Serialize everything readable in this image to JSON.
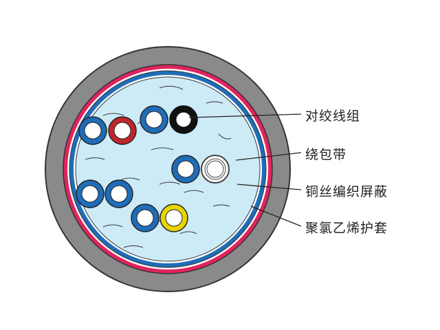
{
  "labels": [
    {
      "text": "对绞线组"
    },
    {
      "text": "绕包带"
    },
    {
      "text": "铜丝编织屏蔽"
    },
    {
      "text": "聚氯乙烯护套"
    }
  ],
  "colors": {
    "sheath": "#8a8a8a",
    "shield": "#e0245e",
    "wrap": "#1f6db8",
    "filler": "#cdeaf7",
    "insulation_blue": "#1f6db8",
    "core_red": "#c0262d",
    "core_black": "#111111",
    "core_white": "#bdbdbd",
    "core_yellow": "#e8d400",
    "leader": "#222222"
  },
  "wires": [
    {
      "color": "blue"
    },
    {
      "color": "red"
    },
    {
      "color": "blue"
    },
    {
      "color": "black"
    },
    {
      "color": "blue"
    },
    {
      "color": "white"
    },
    {
      "color": "blue"
    },
    {
      "color": "blue"
    },
    {
      "color": "blue"
    },
    {
      "color": "yellow"
    }
  ]
}
